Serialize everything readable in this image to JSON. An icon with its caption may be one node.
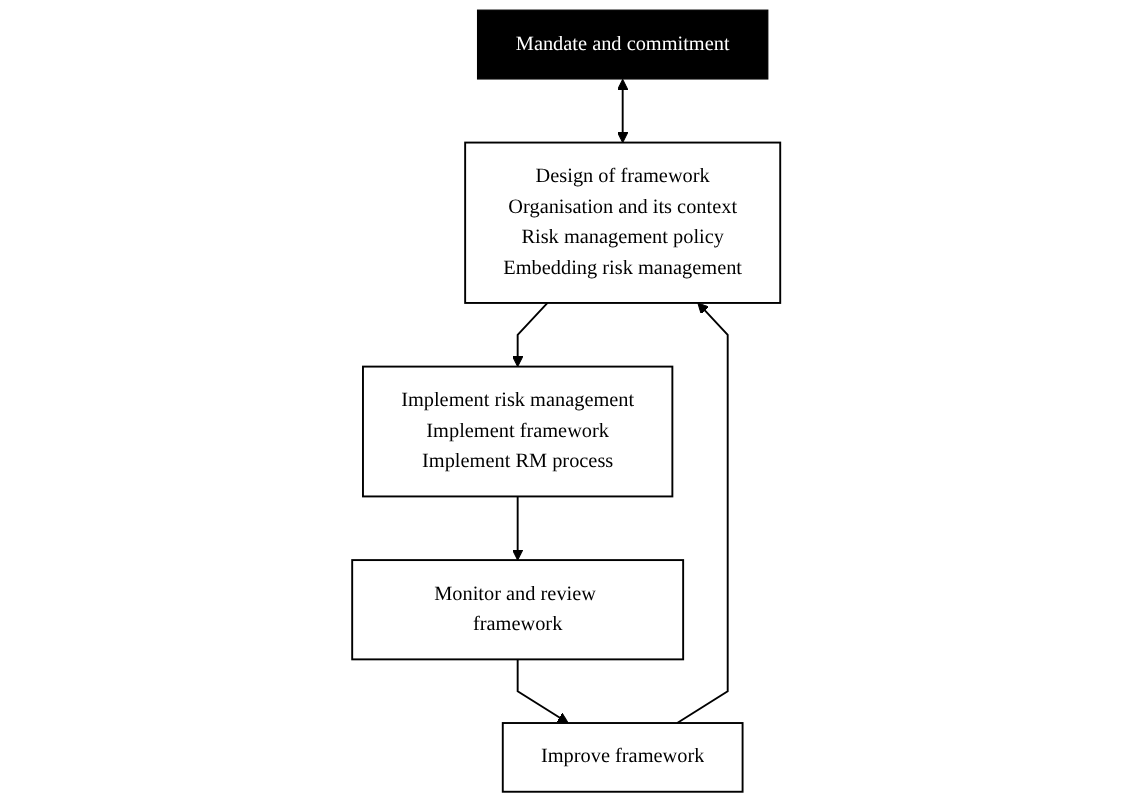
{
  "diagram": {
    "nodes": [
      {
        "text": [
          "Mandate and commitment"
        ]
      },
      {
        "text": [
          "Design of framework",
          "Organisation and its context",
          "Risk management policy",
          "Embedding risk management"
        ]
      },
      {
        "text": [
          "Implement risk management",
          "Implement framework",
          "Implement RM process"
        ]
      },
      {
        "text": [
          "Monitor and review framework"
        ]
      },
      {
        "text": [
          "Improve framework"
        ]
      }
    ],
    "edges": [
      {
        "from": 0,
        "to": 1,
        "arrow": "both"
      },
      {
        "from": 1,
        "to": 2,
        "arrow": "to"
      },
      {
        "from": 2,
        "to": 3,
        "arrow": "to"
      },
      {
        "from": 3,
        "to": 4,
        "arrow": "to"
      },
      {
        "from": 4,
        "to": 1,
        "arrow": "to"
      }
    ]
  }
}
